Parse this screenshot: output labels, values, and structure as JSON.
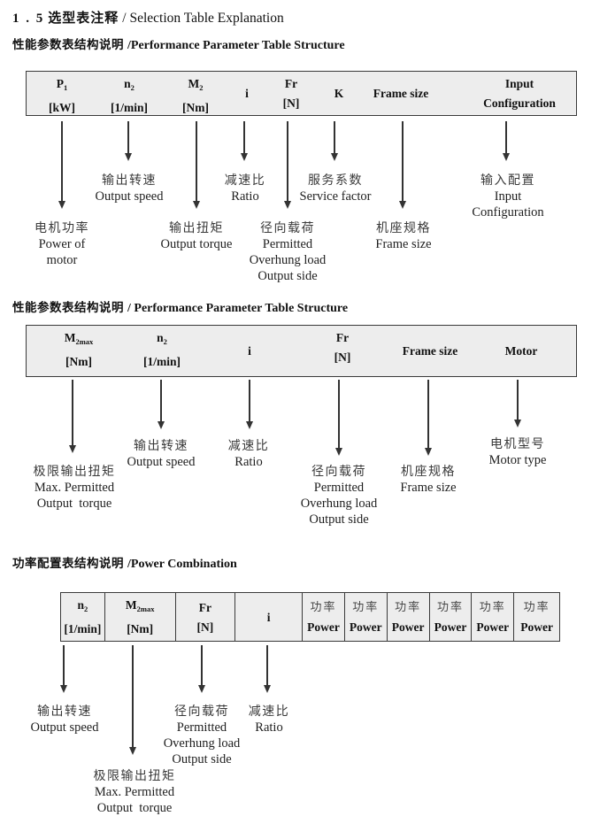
{
  "colors": {
    "table_background": "#ededed",
    "table_border": "#3a3a3a",
    "text": "#1a1a1a"
  },
  "page_title": {
    "num": "1 . 5",
    "zh": "选型表注释",
    "en": "/ Selection Table Explanation"
  },
  "sections": [
    {
      "heading": {
        "zh": "性能参数表结构说明",
        "en": "/Performance Parameter Table Structure"
      },
      "columns": [
        {
          "line1": "P",
          "sub": "1",
          "line2": "[kW]"
        },
        {
          "line1": "n",
          "sub": "2",
          "line2": "[1/min]"
        },
        {
          "line1": "M",
          "sub": "2",
          "line2": "[Nm]"
        },
        {
          "line1": "i"
        },
        {
          "line1": "Fr",
          "line2": "[N]"
        },
        {
          "line1": "K"
        },
        {
          "line1": "Frame size"
        },
        {
          "line1": "Input",
          "line2": "Configuration"
        }
      ],
      "callouts": [
        {
          "lines": [
            "电机功率",
            "Power of",
            "motor"
          ]
        },
        {
          "lines": [
            "输出转速",
            "Output speed"
          ]
        },
        {
          "lines": [
            "输出扭矩",
            "Output torque"
          ]
        },
        {
          "lines": [
            "减速比",
            "Ratio"
          ]
        },
        {
          "lines": [
            "径向载荷",
            "Permitted",
            "Overhung load",
            "Output side"
          ]
        },
        {
          "lines": [
            "服务系数",
            "Service factor"
          ]
        },
        {
          "lines": [
            "机座规格",
            "Frame size"
          ]
        },
        {
          "lines": [
            "输入配置",
            "Input",
            "Configuration"
          ]
        }
      ]
    },
    {
      "heading": {
        "zh": "性能参数表结构说明",
        "en": "/ Performance Parameter Table Structure"
      },
      "columns": [
        {
          "line1": "M",
          "sub": "2max",
          "line2": "[Nm]"
        },
        {
          "line1": "n",
          "sub": "2",
          "line2": "[1/min]"
        },
        {
          "line1": "i"
        },
        {
          "line1": "Fr",
          "line2": "[N]"
        },
        {
          "line1": "Frame size"
        },
        {
          "line1": "Motor"
        }
      ],
      "callouts": [
        {
          "lines": [
            "极限输出扭矩",
            "Max. Permitted",
            "Output  torque"
          ]
        },
        {
          "lines": [
            "输出转速",
            "Output speed"
          ]
        },
        {
          "lines": [
            "减速比",
            "Ratio"
          ]
        },
        {
          "lines": [
            "径向载荷",
            "Permitted",
            "Overhung load",
            "Output side"
          ]
        },
        {
          "lines": [
            "机座规格",
            "Frame size"
          ]
        },
        {
          "lines": [
            "电机型号",
            "Motor type"
          ]
        }
      ]
    },
    {
      "heading": {
        "zh": "功率配置表结构说明",
        "en": "/Power Combination"
      },
      "columns": [
        {
          "line1": "n",
          "sub": "2",
          "line2": "[1/min]"
        },
        {
          "line1": "M",
          "sub": "2max",
          "line2": "[Nm]"
        },
        {
          "line1": "Fr",
          "line2": "[N]"
        },
        {
          "line1": "i"
        },
        {
          "line1": "功率",
          "line2": "Power"
        },
        {
          "line1": "功率",
          "line2": "Power"
        },
        {
          "line1": "功率",
          "line2": "Power"
        },
        {
          "line1": "功率",
          "line2": "Power"
        },
        {
          "line1": "功率",
          "line2": "Power"
        },
        {
          "line1": "功率",
          "line2": "Power"
        }
      ],
      "callouts": [
        {
          "lines": [
            "输出转速",
            "Output speed"
          ]
        },
        {
          "lines": [
            "极限输出扭矩",
            "Max. Permitted",
            "Output  torque"
          ]
        },
        {
          "lines": [
            "径向载荷",
            "Permitted",
            "Overhung load",
            "Output side"
          ]
        },
        {
          "lines": [
            "减速比",
            "Ratio"
          ]
        }
      ]
    }
  ]
}
